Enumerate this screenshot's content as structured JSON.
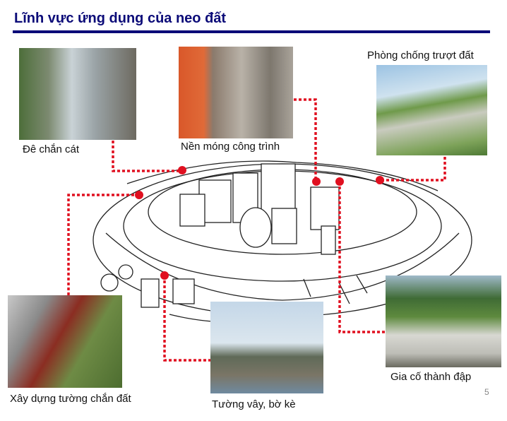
{
  "title": "Lĩnh vực ứng dụng của neo đất",
  "labels": {
    "sand_dam": "Đê chắn cát",
    "foundation": "Nền móng công trình",
    "landslide": "Phòng chống trượt đất",
    "retaining_wall": "Xây dựng tường chắn đất",
    "seawall": "Tường vây, bờ kè",
    "dam": "Gia cố thành đập"
  },
  "page_number": "5",
  "colors": {
    "title": "#0b0b78",
    "connector": "#e01020"
  }
}
